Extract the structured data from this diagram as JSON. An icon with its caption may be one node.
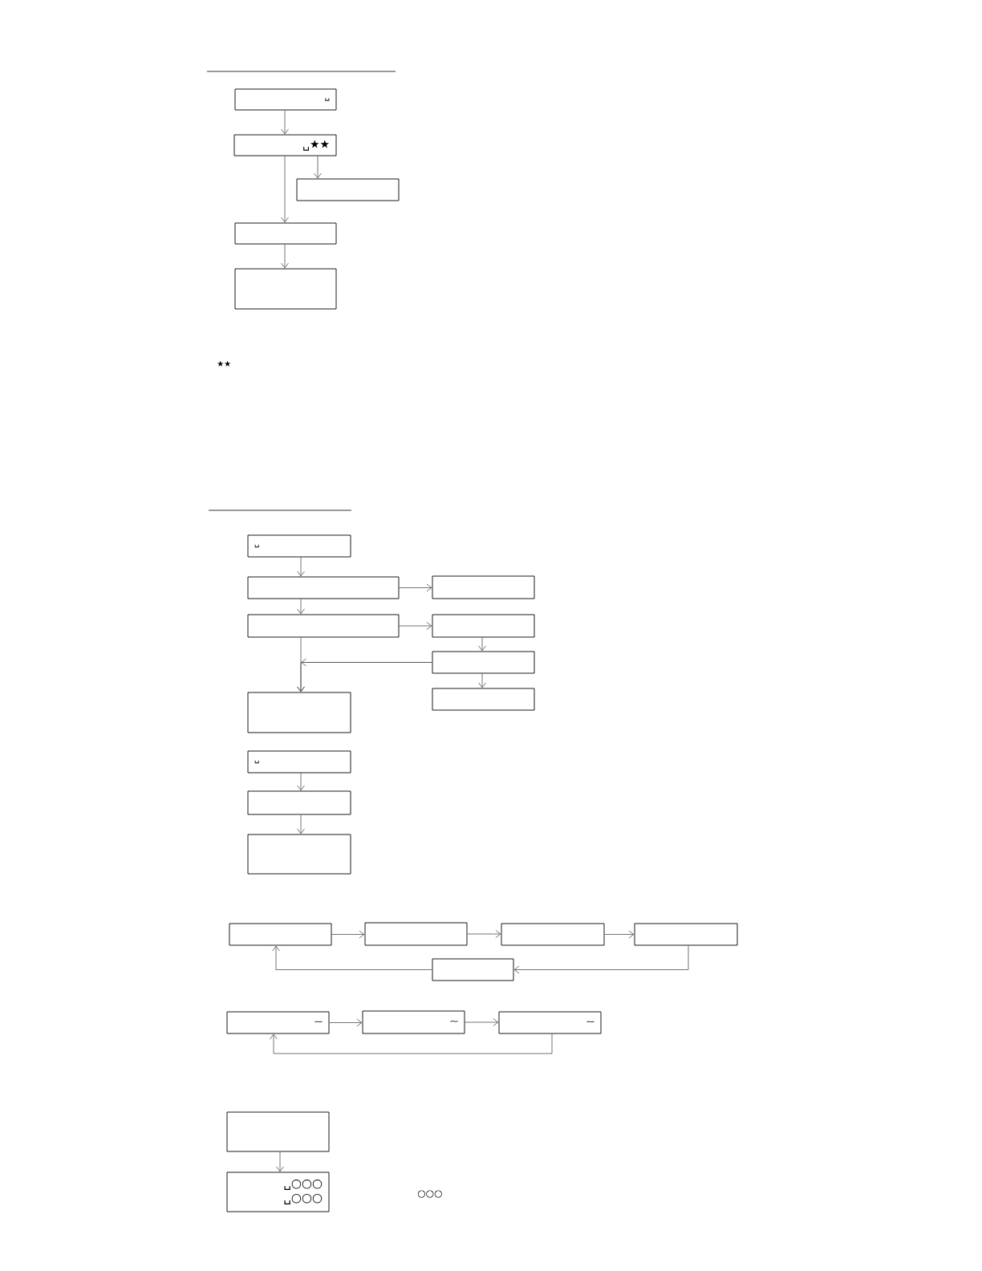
{
  "diagram": {
    "nodes": [
      {
        "text": [
          "␣"
        ]
      },
      {
        "text": [
          "␣★★"
        ]
      },
      {
        "text": [],
        "shape": "box"
      },
      {
        "text": [],
        "shape": "box"
      },
      {
        "text": [],
        "shape": "box"
      },
      {
        "text": [
          "␣"
        ]
      },
      {
        "text": [],
        "shape": "box"
      },
      {
        "text": [],
        "shape": "box"
      },
      {
        "text": [],
        "shape": "box"
      },
      {
        "text": [],
        "shape": "box"
      },
      {
        "text": [],
        "shape": "box"
      },
      {
        "text": [],
        "shape": "box"
      },
      {
        "text": [],
        "shape": "box"
      },
      {
        "text": [
          "␣"
        ]
      },
      {
        "text": [],
        "shape": "box"
      },
      {
        "text": [],
        "shape": "box"
      },
      {
        "text": [],
        "shape": "box"
      },
      {
        "text": [],
        "shape": "box"
      },
      {
        "text": [],
        "shape": "box"
      },
      {
        "text": [],
        "shape": "box"
      },
      {
        "text": [],
        "shape": "box"
      },
      {
        "text": [
          "⁓"
        ]
      },
      {
        "text": [
          "⁓"
        ]
      },
      {
        "text": [
          "⁓"
        ]
      },
      {
        "text": [],
        "shape": "box"
      },
      {
        "text": [
          "␣○○○",
          "␣○○○"
        ]
      }
    ],
    "edges": [
      {
        "from": 0,
        "to": 1,
        "arrow": "to"
      },
      {
        "from": 1,
        "to": 2,
        "arrow": "to"
      },
      {
        "from": 1,
        "to": 3,
        "arrow": "to"
      },
      {
        "from": 3,
        "to": 4,
        "arrow": "to"
      },
      {
        "from": 5,
        "to": 6,
        "arrow": "to"
      },
      {
        "from": 6,
        "to": 7,
        "arrow": "to"
      },
      {
        "from": 6,
        "to": 8,
        "arrow": "to"
      },
      {
        "from": 8,
        "to": 9,
        "arrow": "to"
      },
      {
        "from": 9,
        "to": 10,
        "arrow": "to"
      },
      {
        "from": 10,
        "to": 11,
        "arrow": "to"
      },
      {
        "from": 8,
        "to": 12,
        "arrow": "to"
      },
      {
        "from": 10,
        "to": 12,
        "arrow": "to"
      },
      {
        "from": 13,
        "to": 14,
        "arrow": "to"
      },
      {
        "from": 14,
        "to": 15,
        "arrow": "to"
      },
      {
        "from": 16,
        "to": 17,
        "arrow": "to"
      },
      {
        "from": 17,
        "to": 18,
        "arrow": "to"
      },
      {
        "from": 18,
        "to": 19,
        "arrow": "to"
      },
      {
        "from": 19,
        "to": 20,
        "arrow": "to"
      },
      {
        "from": 20,
        "to": 16,
        "arrow": "to"
      },
      {
        "from": 21,
        "to": 22,
        "arrow": "to"
      },
      {
        "from": 22,
        "to": 23,
        "arrow": "to"
      },
      {
        "from": 23,
        "to": 21,
        "arrow": "to"
      },
      {
        "from": 24,
        "to": 25,
        "arrow": "to"
      }
    ],
    "labels": [
      "★★",
      "○○○"
    ]
  }
}
